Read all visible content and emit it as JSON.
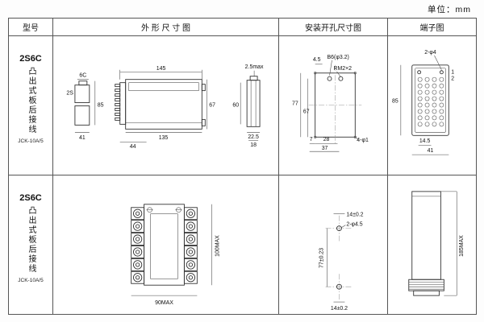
{
  "page": {
    "unit": "单位：mm"
  },
  "headers": {
    "model": "型号",
    "outline": "外 形 尺 寸 图",
    "install": "安装开孔尺寸图",
    "terminal": "端子图"
  },
  "row1": {
    "model": {
      "code": "2S6C",
      "desc": "凸出式板后接线",
      "sub": "JCK-10A/5"
    },
    "outline": {
      "d6c": "6C",
      "d2s": "2S",
      "d85": "85",
      "d41": "41",
      "d145": "145",
      "d135": "135",
      "d44": "44",
      "d67": "67",
      "d25max": "2.5max",
      "d60": "60",
      "d225": "22.5",
      "d18": "18"
    },
    "install": {
      "d45": "4.5",
      "b6": "B6(φ3.2)",
      "rm": "RM2×2",
      "d77": "77",
      "d67": "67",
      "d7": "7",
      "d28": "28",
      "d37": "37",
      "corner": "4-φ1"
    },
    "terminal": {
      "holes": "2-φ4",
      "n1": "1",
      "n2": "2",
      "d85": "85",
      "d145": "14.5",
      "d41": "41"
    }
  },
  "row2": {
    "model": {
      "code": "2S6C",
      "desc": "凸出式板后接线",
      "sub": "JCK-10A/5"
    },
    "outline": {
      "d90": "90MAX",
      "d100": "100MAX"
    },
    "install": {
      "dtop": "14±0.2",
      "holes": "2-φ4.5",
      "d77": "77±0.23",
      "dbot": "14±0.2"
    },
    "terminal": {
      "d185": "185MAX"
    }
  }
}
